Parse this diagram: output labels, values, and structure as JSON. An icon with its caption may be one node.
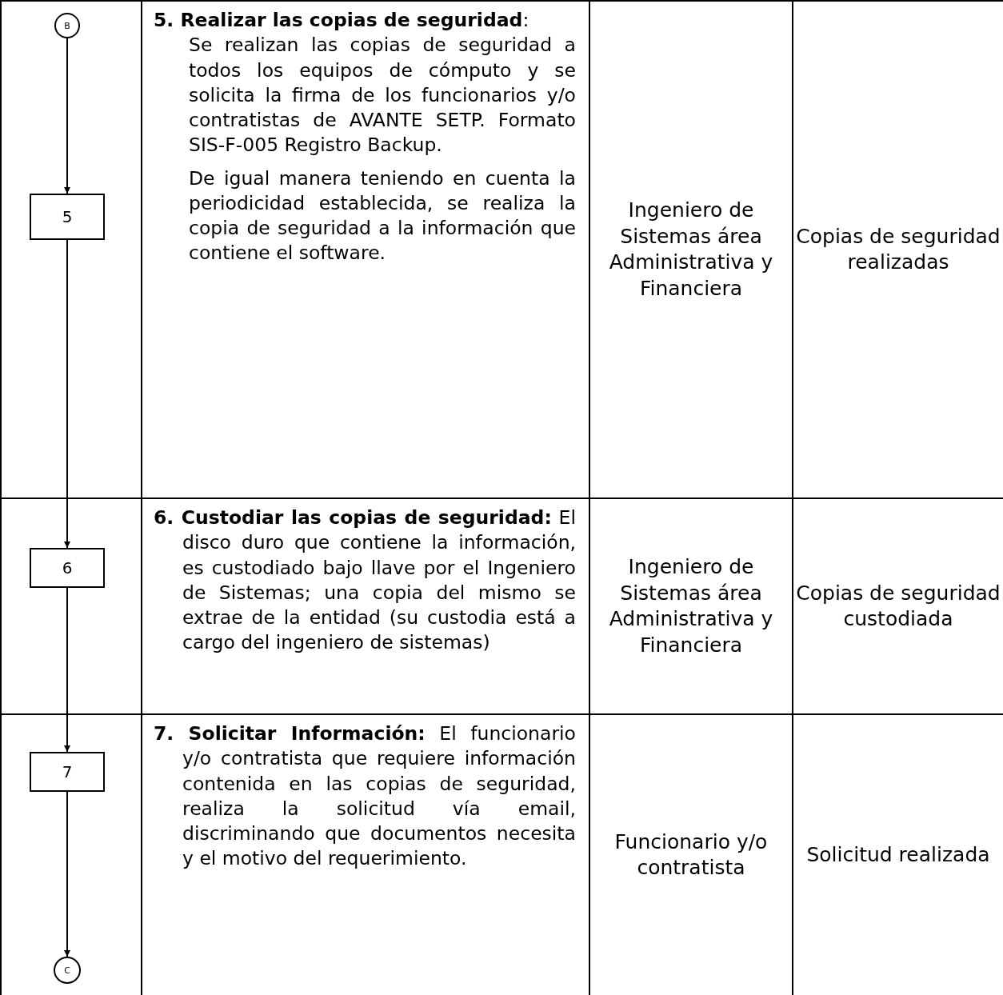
{
  "diagram": {
    "nodes": [
      {
        "text": [
          "B"
        ]
      },
      {
        "text": [
          "5"
        ]
      },
      {
        "text": [
          "6"
        ]
      },
      {
        "text": [
          "7"
        ]
      },
      {
        "text": [
          "C"
        ]
      }
    ],
    "edges": [
      {
        "from": 0,
        "to": 1,
        "arrow": "to"
      },
      {
        "from": 1,
        "to": 2,
        "arrow": "to"
      },
      {
        "from": 2,
        "to": 3,
        "arrow": "to"
      },
      {
        "from": 3,
        "to": 4,
        "arrow": "to"
      }
    ],
    "labels": [
      "**5. Realizar las copias de seguridad**:",
      "Se realizan las copias de seguridad a todos los equipos de cómputo y se solicita la firma de los funcionarios y/o contratistas de AVANTE SETP. Formato SIS-F-005 Registro Backup.",
      "De igual manera teniendo en cuenta la periodicidad establecida, se realiza la copia de seguridad a la información que contiene el software.",
      "Ingeniero de Sistemas área Administrativa y Financiera",
      "Copias de seguridad realizadas",
      "**6. Custodiar las copias de seguridad:** El disco duro que contiene la información, es custodiado bajo llave por el Ingeniero de Sistemas; una copia del mismo se extrae de la entidad (su custodia está a cargo del ingeniero de sistemas)",
      "Ingeniero de Sistemas área Administrativa y Financiera",
      "Copias de seguridad custodiada",
      "**7. Solicitar Información:** El funcionario y/o contratista que requiere información contenida en las copias de seguridad, realiza la solicitud vía email, discriminando que documentos necesita y el motivo del requerimiento.",
      "Funcionario y/o contratista",
      "Solicitud realizada"
    ]
  }
}
